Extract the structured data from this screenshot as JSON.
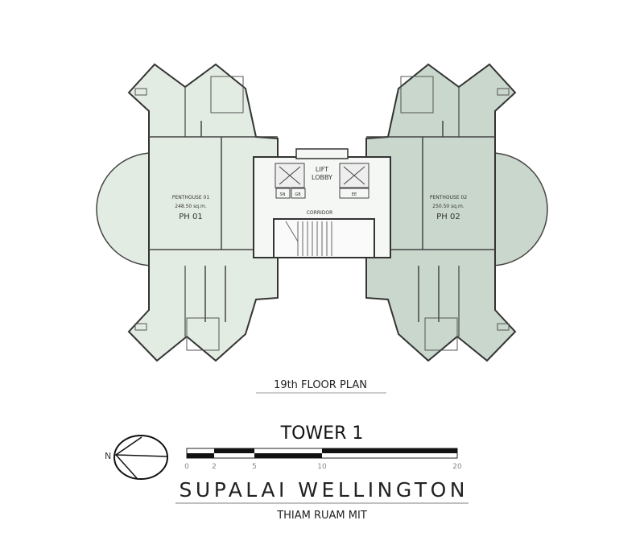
{
  "plan": {
    "units": [
      {
        "name": "PENTHOUSE 01",
        "area": "248.50 sq.m.",
        "code": "PH 01"
      },
      {
        "name": "PENTHOUSE 02",
        "area": "250.50 sq.m.",
        "code": "PH 02"
      }
    ],
    "core": {
      "lift_lobby_1": "LIFT",
      "lift_lobby_2": "LOBBY",
      "corridor": "CORRIDOR",
      "sn": "SN",
      "gb": "GB",
      "ee": "EE"
    },
    "floor_title": "19th FLOOR PLAN"
  },
  "colors": {
    "left_wing": "#e3ece3",
    "right_wing": "#c9d7cc",
    "core": "#f4f7f4",
    "line": "#3a3a3a"
  },
  "title_block": {
    "tower": "TOWER 1",
    "north": "N",
    "scale_ticks": [
      "0",
      "2",
      "5",
      "10",
      "20"
    ],
    "project": "SUPALAI WELLINGTON",
    "location": "THIAM RUAM MIT"
  }
}
